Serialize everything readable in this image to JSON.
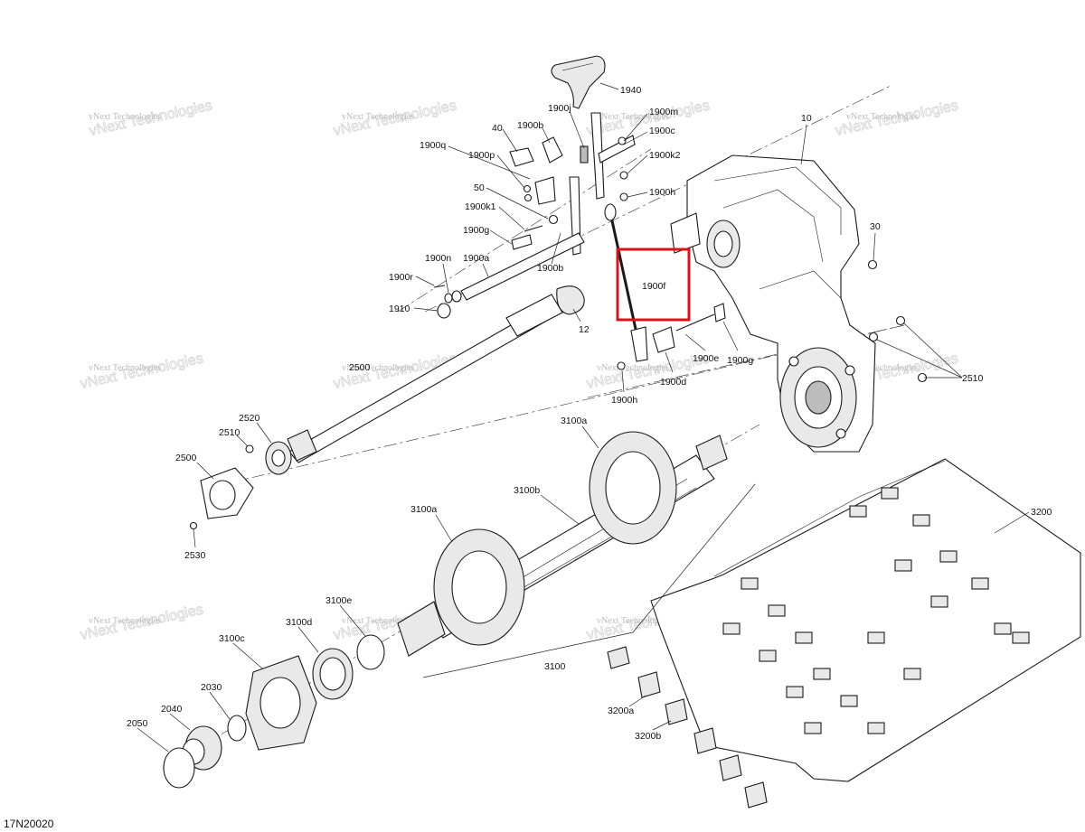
{
  "diagram_code": "17N20020",
  "watermark_text": "vNext Technologies",
  "highlight_color": "#e0101a",
  "callouts": {
    "p1940": "1940",
    "p1900j": "1900j",
    "p1900m": "1900m",
    "p1900c": "1900c",
    "p40": "40",
    "p1900b_top": "1900b",
    "p1900q": "1900q",
    "p1900p": "1900p",
    "p1900k2": "1900k2",
    "p10": "10",
    "p50": "50",
    "p1900h_top": "1900h",
    "p1900k1": "1900k1",
    "p1900g_top": "1900g",
    "p30": "30",
    "p1900n": "1900n",
    "p1900a": "1900a",
    "p1900b_low": "1900b",
    "p1900f": "1900f",
    "p1900r": "1900r",
    "p1910": "1910",
    "p12": "12",
    "p1900e": "1900e",
    "p1900g_low": "1900g",
    "p2500": "2500",
    "p1900d": "1900d",
    "p2510_right": "2510",
    "p1900h_low": "1900h",
    "p3100a_top": "3100a",
    "p2520": "2520",
    "p2510_left": "2510",
    "p2500b": "2500",
    "p3100b": "3100b",
    "p3100a_left": "3100a",
    "p3200": "3200",
    "p2530": "2530",
    "p3100e": "3100e",
    "p3100d": "3100d",
    "p3100c": "3100c",
    "p3100": "3100",
    "p2030": "2030",
    "p2040": "2040",
    "p2050": "2050",
    "p3200a": "3200a",
    "p3200b": "3200b"
  }
}
